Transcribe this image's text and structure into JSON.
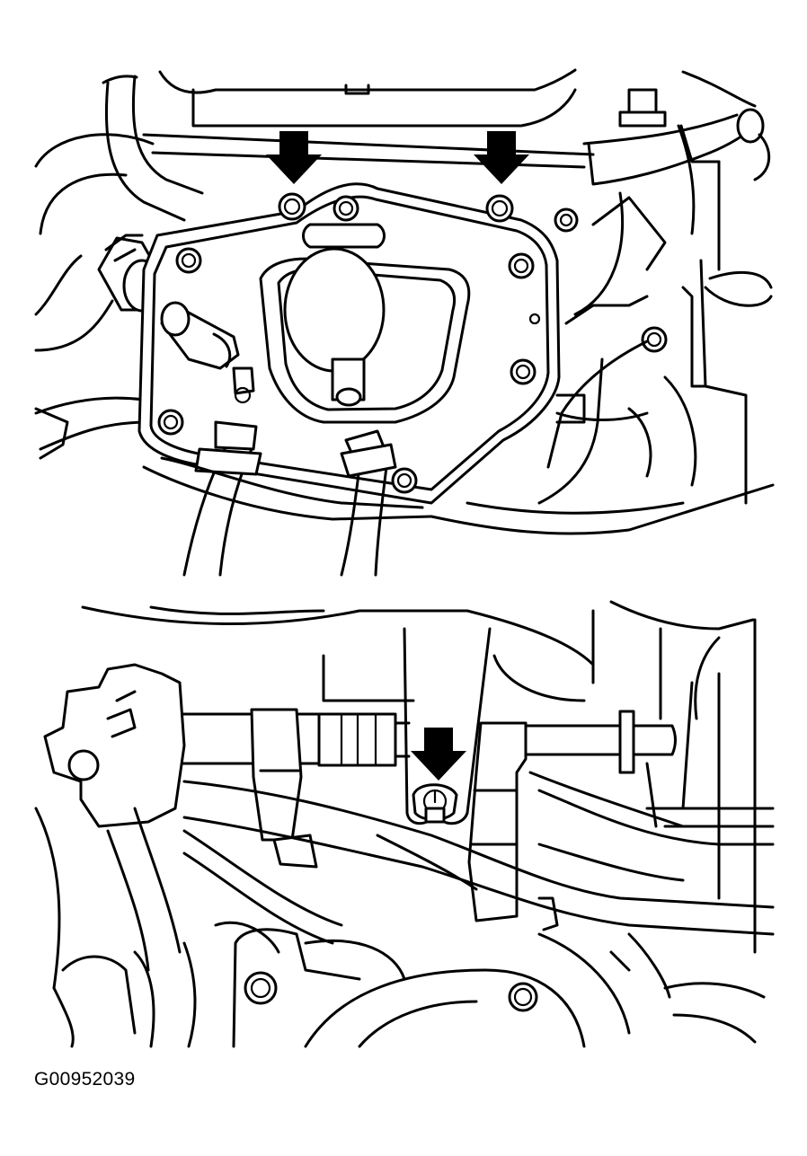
{
  "figure": {
    "code": "G00952039",
    "panels": [
      {
        "id": "top",
        "callouts": [
          "arrow",
          "arrow"
        ]
      },
      {
        "id": "bottom",
        "callouts": [
          "arrow"
        ]
      }
    ]
  },
  "colors": {
    "line": "#000000",
    "background": "#ffffff"
  }
}
